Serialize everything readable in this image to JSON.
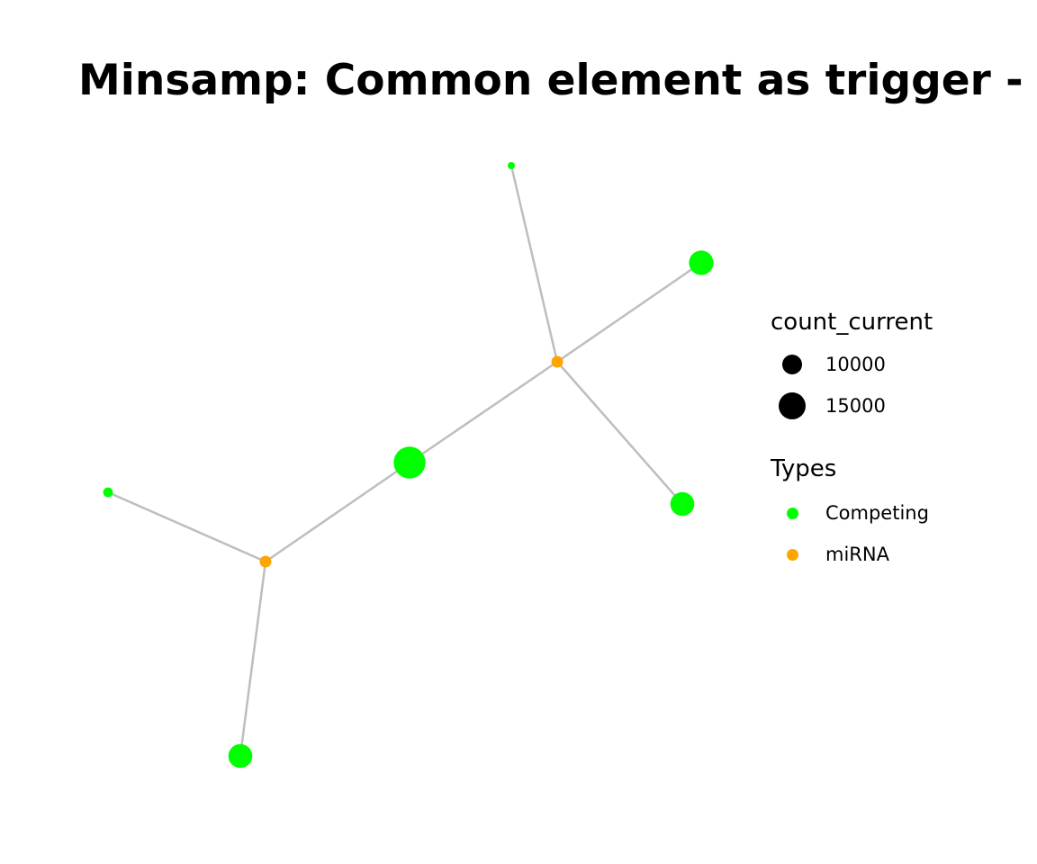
{
  "title": "Minsamp: Common element as trigger -",
  "colors": {
    "edge": "#bebebe",
    "Competing": "#00ff00",
    "miRNA": "#ffa500",
    "legend_key": "#000000"
  },
  "legend": {
    "size": {
      "title": "count_current",
      "entries": [
        {
          "label": "10000",
          "value": 10000
        },
        {
          "label": "15000",
          "value": 15000
        }
      ]
    },
    "types": {
      "title": "Types",
      "entries": [
        {
          "label": "Competing",
          "color": "#00ff00"
        },
        {
          "label": "miRNA",
          "color": "#ffa500"
        }
      ]
    }
  },
  "network": {
    "nodes": [
      {
        "id": "competing-top",
        "type": "Competing",
        "count_current": 500
      },
      {
        "id": "competing-upper-right",
        "type": "Competing",
        "count_current": 9500
      },
      {
        "id": "mirna-upper",
        "type": "miRNA",
        "count_current": 3000
      },
      {
        "id": "competing-center",
        "type": "Competing",
        "count_current": 16000
      },
      {
        "id": "competing-right",
        "type": "Competing",
        "count_current": 9000
      },
      {
        "id": "competing-left",
        "type": "Competing",
        "count_current": 1500
      },
      {
        "id": "mirna-lower",
        "type": "miRNA",
        "count_current": 3000
      },
      {
        "id": "competing-bottom",
        "type": "Competing",
        "count_current": 9000
      }
    ],
    "edges": [
      [
        "competing-top",
        "mirna-upper"
      ],
      [
        "competing-upper-right",
        "mirna-upper"
      ],
      [
        "mirna-upper",
        "competing-right"
      ],
      [
        "mirna-upper",
        "competing-center"
      ],
      [
        "competing-center",
        "mirna-lower"
      ],
      [
        "competing-left",
        "mirna-lower"
      ],
      [
        "mirna-lower",
        "competing-bottom"
      ]
    ]
  }
}
